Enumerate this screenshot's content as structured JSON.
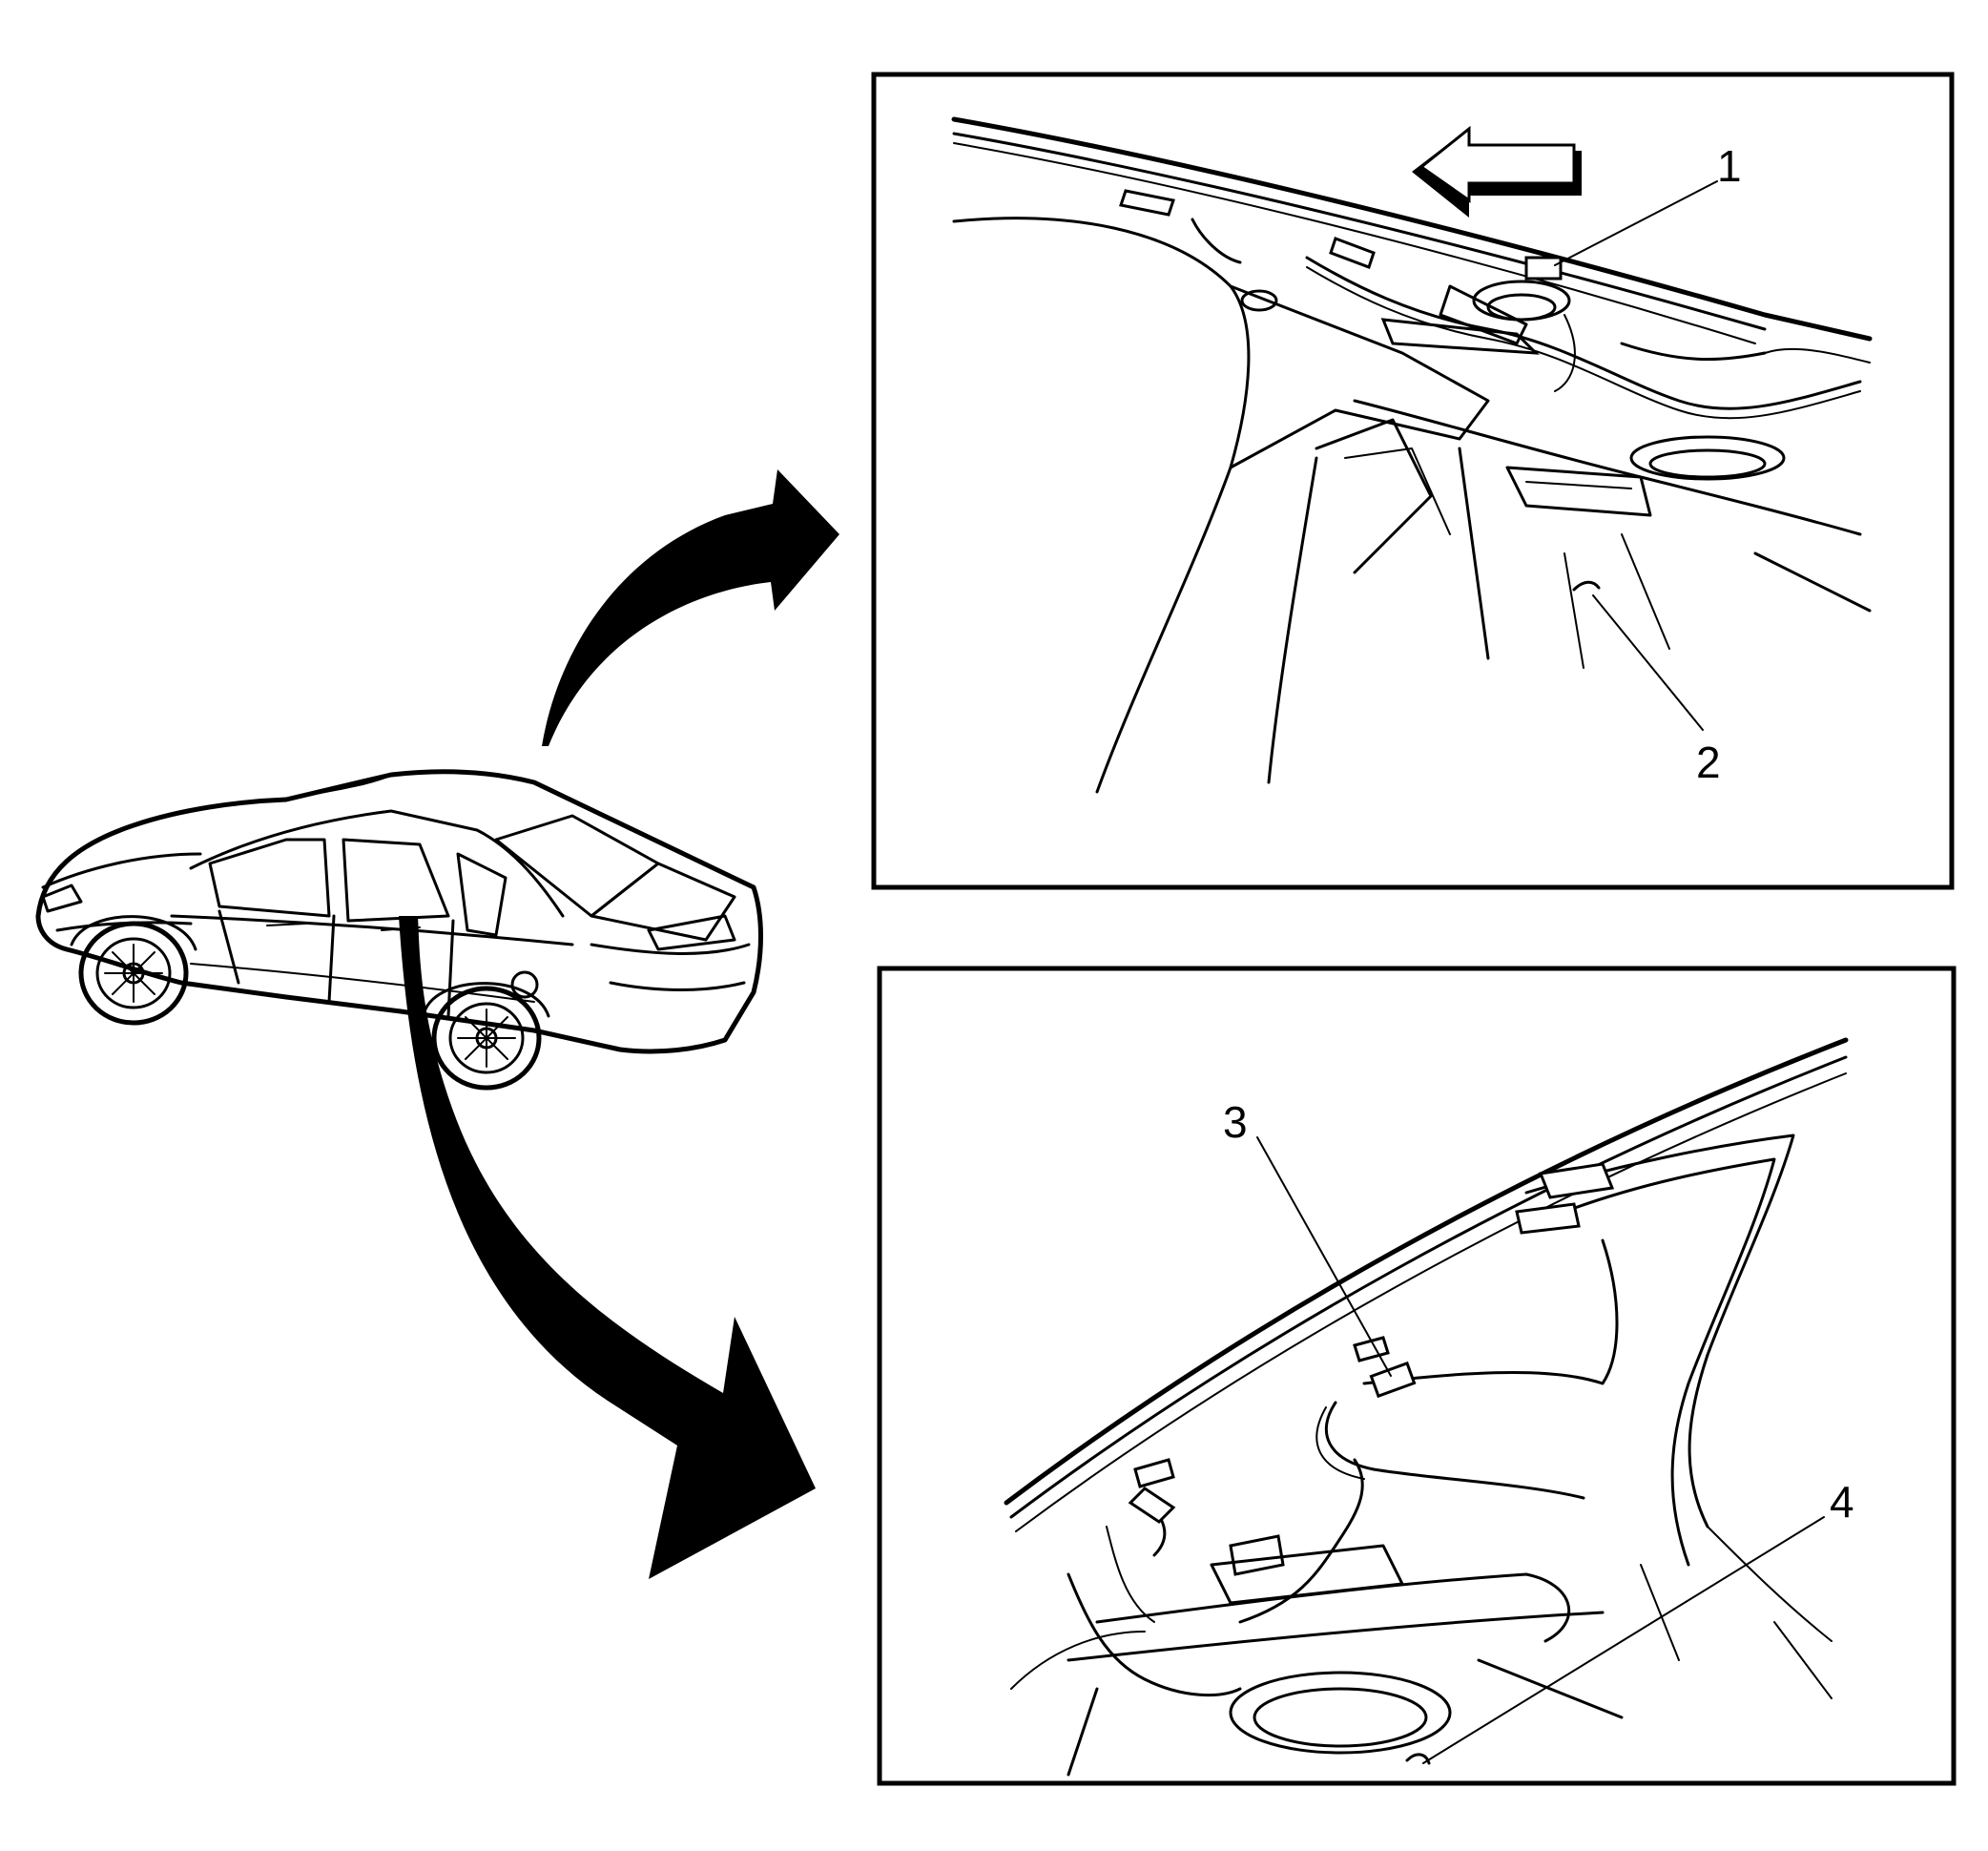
{
  "callouts": [
    {
      "id": 1,
      "label": "1"
    },
    {
      "id": 2,
      "label": "2"
    },
    {
      "id": 3,
      "label": "3"
    },
    {
      "id": 4,
      "label": "4"
    }
  ],
  "colors": {
    "line": "#000000",
    "background": "#ffffff"
  },
  "icons": [
    "vehicle-overview-icon",
    "direction-arrow-icon",
    "pointer-arrow-icon"
  ]
}
